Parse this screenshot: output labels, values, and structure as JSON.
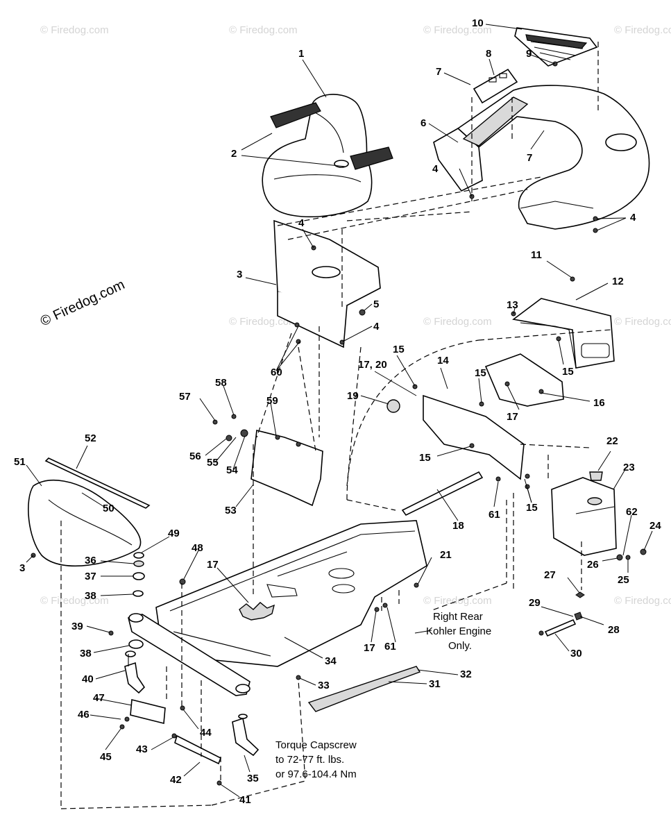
{
  "watermark": {
    "main": "© Firedog.com",
    "repeat": "© Firedog.com"
  },
  "callouts": [
    "1",
    "2",
    "3",
    "4",
    "5",
    "6",
    "7",
    "8",
    "9",
    "10",
    "11",
    "12",
    "13",
    "14",
    "15",
    "16",
    "17",
    "17, 20",
    "18",
    "19",
    "21",
    "22",
    "23",
    "24",
    "25",
    "26",
    "27",
    "28",
    "29",
    "30",
    "31",
    "32",
    "33",
    "34",
    "35",
    "36",
    "37",
    "38",
    "39",
    "40",
    "41",
    "42",
    "43",
    "44",
    "45",
    "46",
    "47",
    "48",
    "49",
    "50",
    "51",
    "52",
    "53",
    "54",
    "55",
    "56",
    "57",
    "58",
    "59",
    "60",
    "61",
    "62"
  ],
  "notes": {
    "right_rear_line1": "Right Rear",
    "right_rear_line2": "Kohler Engine",
    "right_rear_line3": "Only.",
    "torque_line1": "Torque Capscrew",
    "torque_line2": "to 72-77 ft. lbs.",
    "torque_line3": "or 97.6-104.4 Nm"
  }
}
